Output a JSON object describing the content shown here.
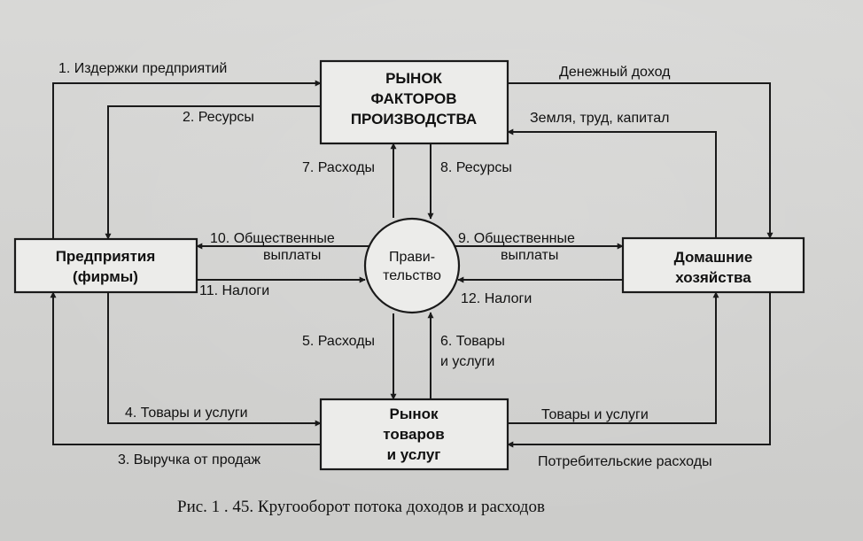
{
  "boxes": {
    "factor_market": [
      "РЫНОК",
      "ФАКТОРОВ",
      "ПРОИЗВОДСТВА"
    ],
    "firms": [
      "Предприятия",
      "(фирмы)"
    ],
    "households": [
      "Домашние",
      "хозяйства"
    ],
    "goods_market": [
      "Рынок",
      "товаров",
      "и услуг"
    ]
  },
  "government": [
    "Прави-",
    "тельство"
  ],
  "flows": {
    "f1": "1. Издержки предприятий",
    "f2": "2. Ресурсы",
    "money_income": "Денежный доход",
    "land_labor_capital": "Земля, труд, капитал",
    "f7": "7. Расходы",
    "f8": "8. Ресурсы",
    "f10": [
      "10. Общественные",
      "выплаты"
    ],
    "f9": [
      "9. Общественные",
      "выплаты"
    ],
    "f11": "11. Налоги",
    "f12": "12. Налоги",
    "f5": "5. Расходы",
    "f6": [
      "6. Товары",
      "и услуги"
    ],
    "f4": "4. Товары и услуги",
    "f3": "3. Выручка от продаж",
    "goods_services_right": "Товары и услуги",
    "consumer_spending": "Потребительские расходы"
  },
  "caption": "Рис. 1 . 45. Кругооборот потока доходов и расходов"
}
